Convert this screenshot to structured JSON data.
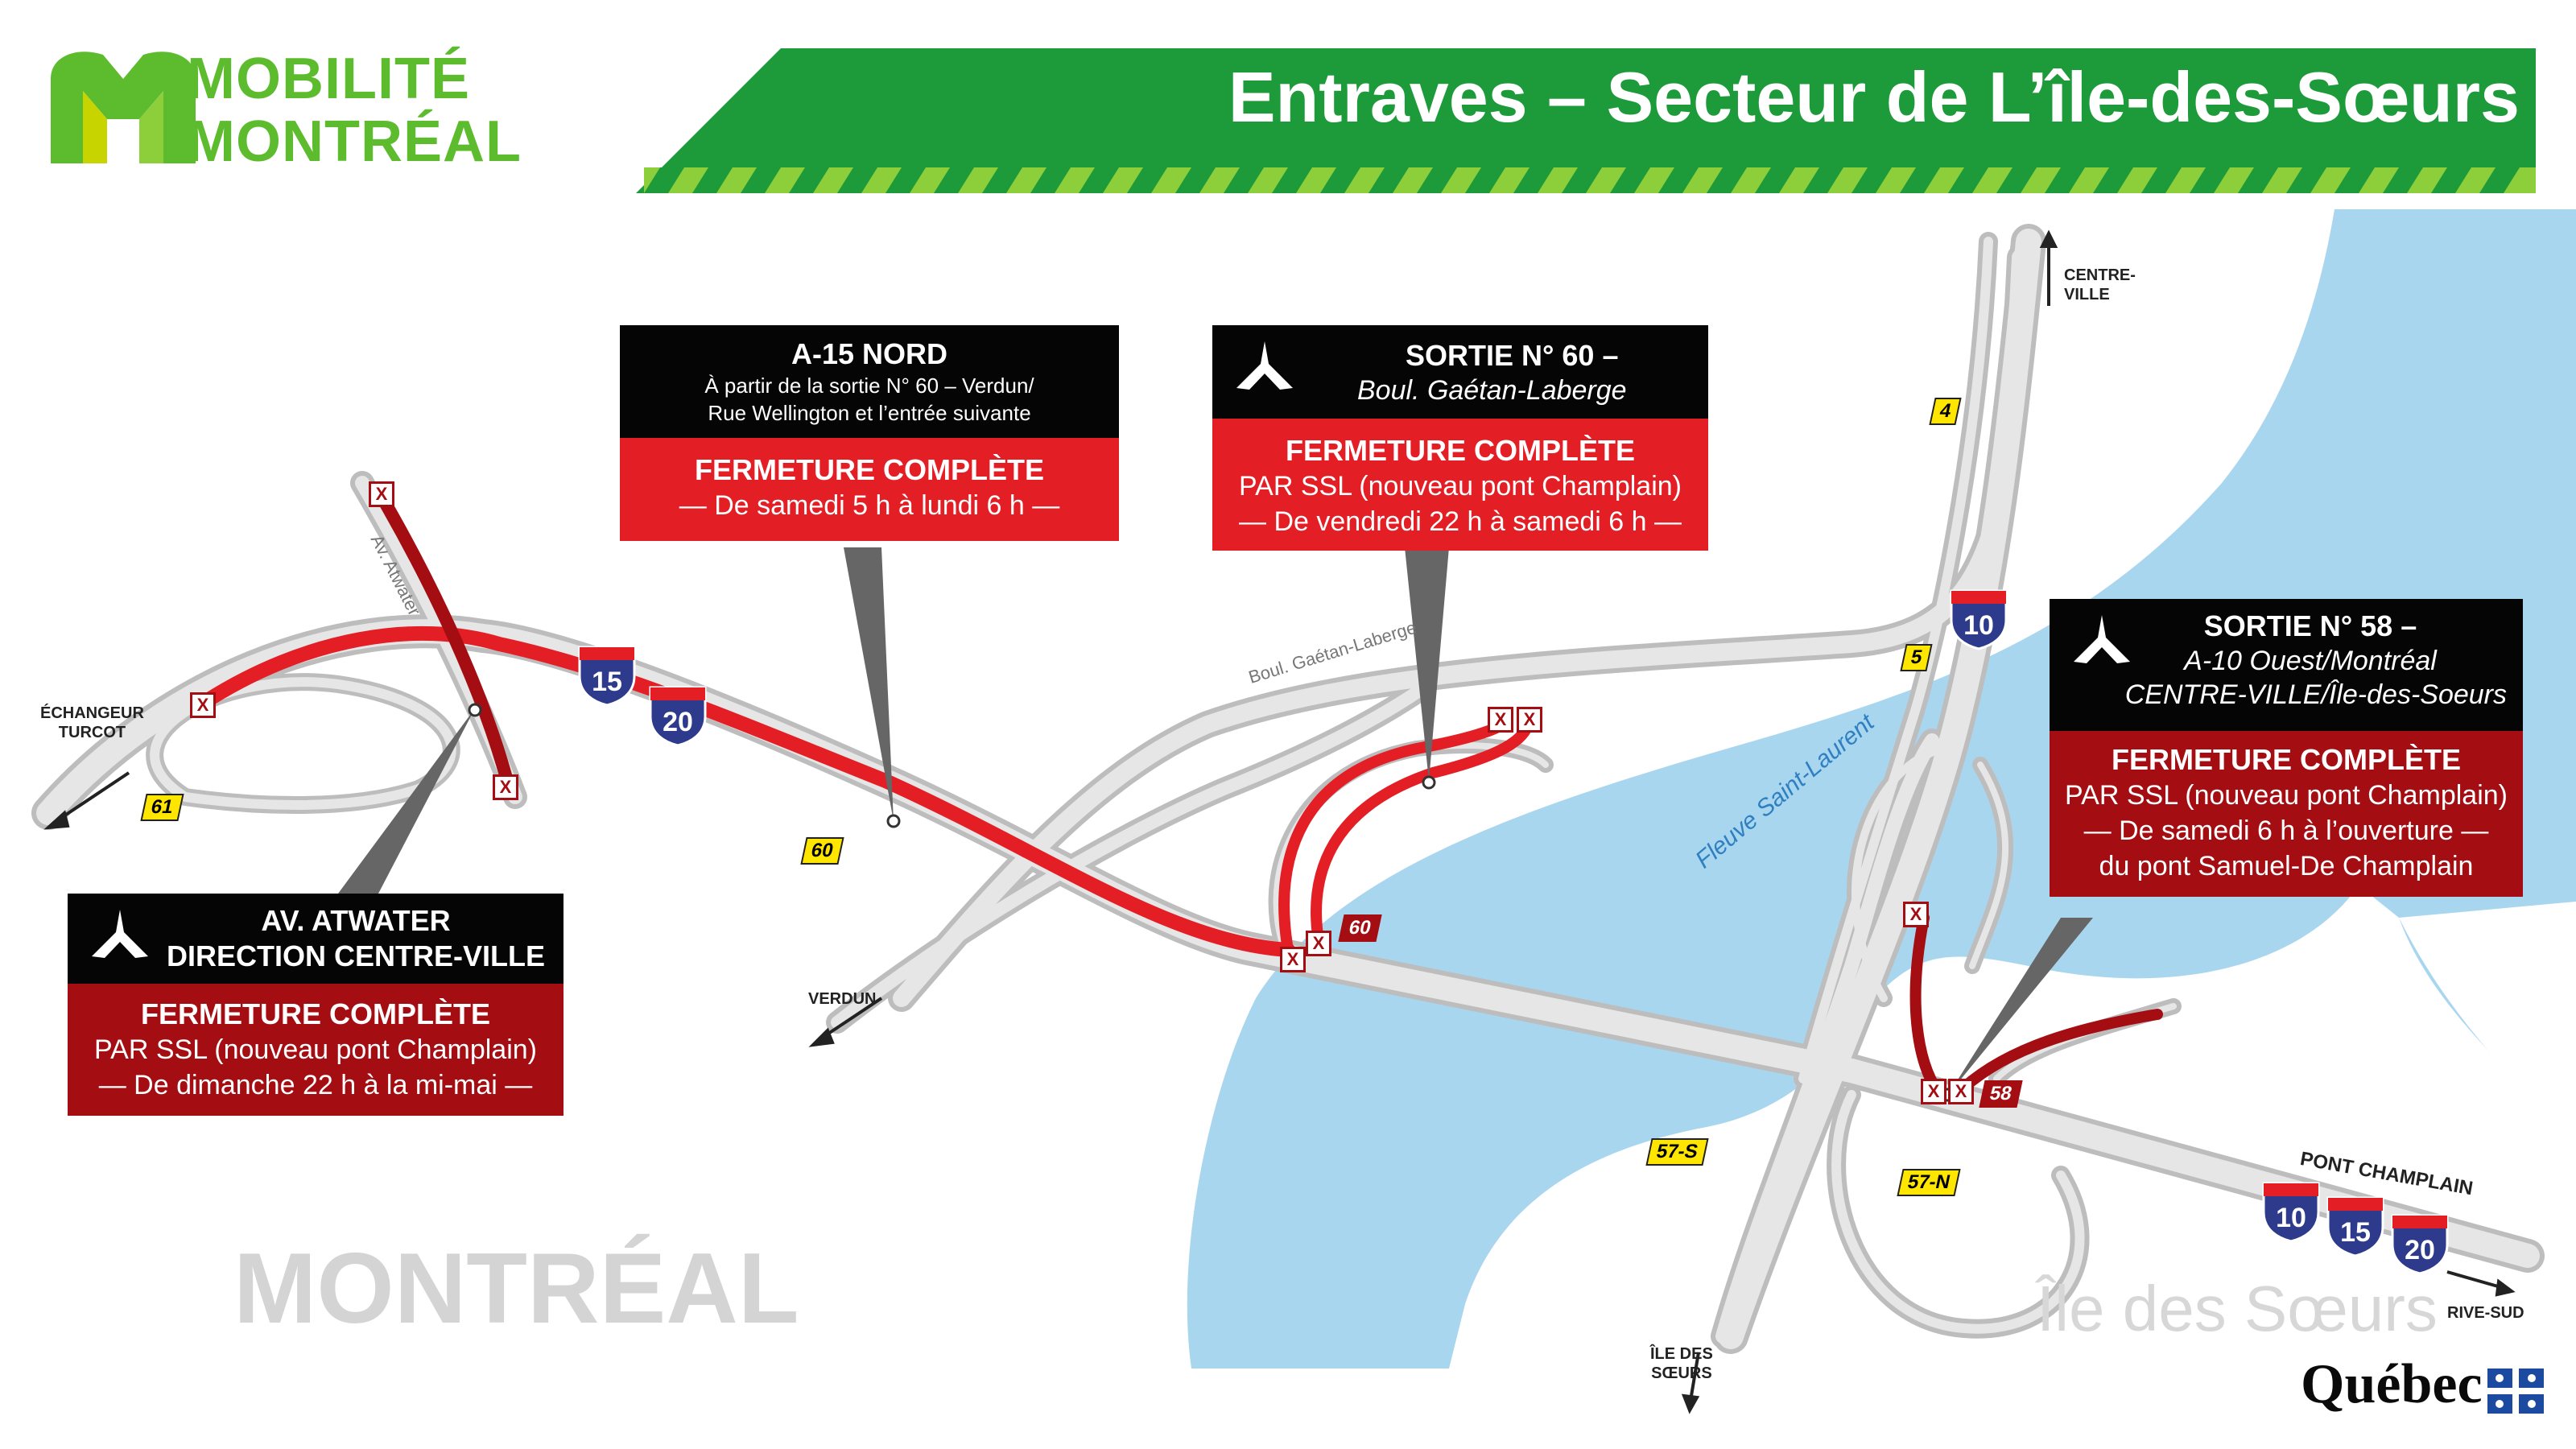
{
  "logo": {
    "line1": "MOBILITÉ",
    "line2": "MONTRÉAL"
  },
  "header": {
    "title": "Entraves – Secteur de L’île-des-Sœurs"
  },
  "callouts": {
    "a15": {
      "title": "A-15 NORD",
      "sub_line1": "À partir de la sortie N° 60 – Verdun/",
      "sub_line2": "Rue Wellington et l’entrée suivante",
      "status": "FERMETURE COMPLÈTE",
      "period": "— De samedi 5 h à lundi 6 h —"
    },
    "sortie60": {
      "title": "SORTIE N° 60 –",
      "subtitle": "Boul. Gaétan-Laberge",
      "status": "FERMETURE COMPLÈTE",
      "detail": "PAR SSL (nouveau pont Champlain)",
      "period": "— De vendredi 22 h à samedi 6 h —"
    },
    "sortie58": {
      "title": "SORTIE N° 58 –",
      "subtitle1": "A-10 Ouest/Montréal",
      "subtitle2": "CENTRE-VILLE/Île-des-Soeurs",
      "status": "FERMETURE COMPLÈTE",
      "detail": "PAR SSL (nouveau pont Champlain)",
      "period1": "— De samedi 6 h à l’ouverture —",
      "period2": "du pont Samuel-De Champlain"
    },
    "atwater": {
      "title1": "AV. ATWATER",
      "title2": "DIRECTION CENTRE-VILLE",
      "status": "FERMETURE COMPLÈTE",
      "detail": "PAR SSL (nouveau pont Champlain)",
      "period": "— De dimanche 22 h à la mi-mai —"
    }
  },
  "map_labels": {
    "atwater": "Av. Atwater",
    "turcot1": "ÉCHANGEUR",
    "turcot2": "TURCOT",
    "verdun": "VERDUN",
    "gaetan": "Boul. Gaétan-Laberge",
    "fleuve": "Fleuve Saint-Laurent",
    "centreville1": "CENTRE-",
    "centreville2": "VILLE",
    "ids1": "ÎLE DES",
    "ids2": "SŒURS",
    "pont": "PONT CHAMPLAIN",
    "rivesud": "RIVE-SUD",
    "montreal": "MONTRÉAL",
    "iledessoeurs": "Île des Sœurs"
  },
  "exits": {
    "e61": "61",
    "e60a": "60",
    "e60b": "60",
    "e4": "4",
    "e5": "5",
    "e57s": "57-S",
    "e57n": "57-N",
    "e58": "58"
  },
  "shields": {
    "s15a": "15",
    "s20a": "20",
    "s10a": "10",
    "s10b": "10",
    "s15b": "15",
    "s20b": "20"
  },
  "closure_mark": "X",
  "footer": {
    "brand": "Québec"
  },
  "colors": {
    "green": "#1d9a3a",
    "lime": "#c7d400",
    "closure_red": "#e31e24",
    "dark_red": "#a40d12",
    "river": "#a9d6ef",
    "road_gray": "#c8c8c8",
    "shield_blue": "#2e3a8c"
  }
}
